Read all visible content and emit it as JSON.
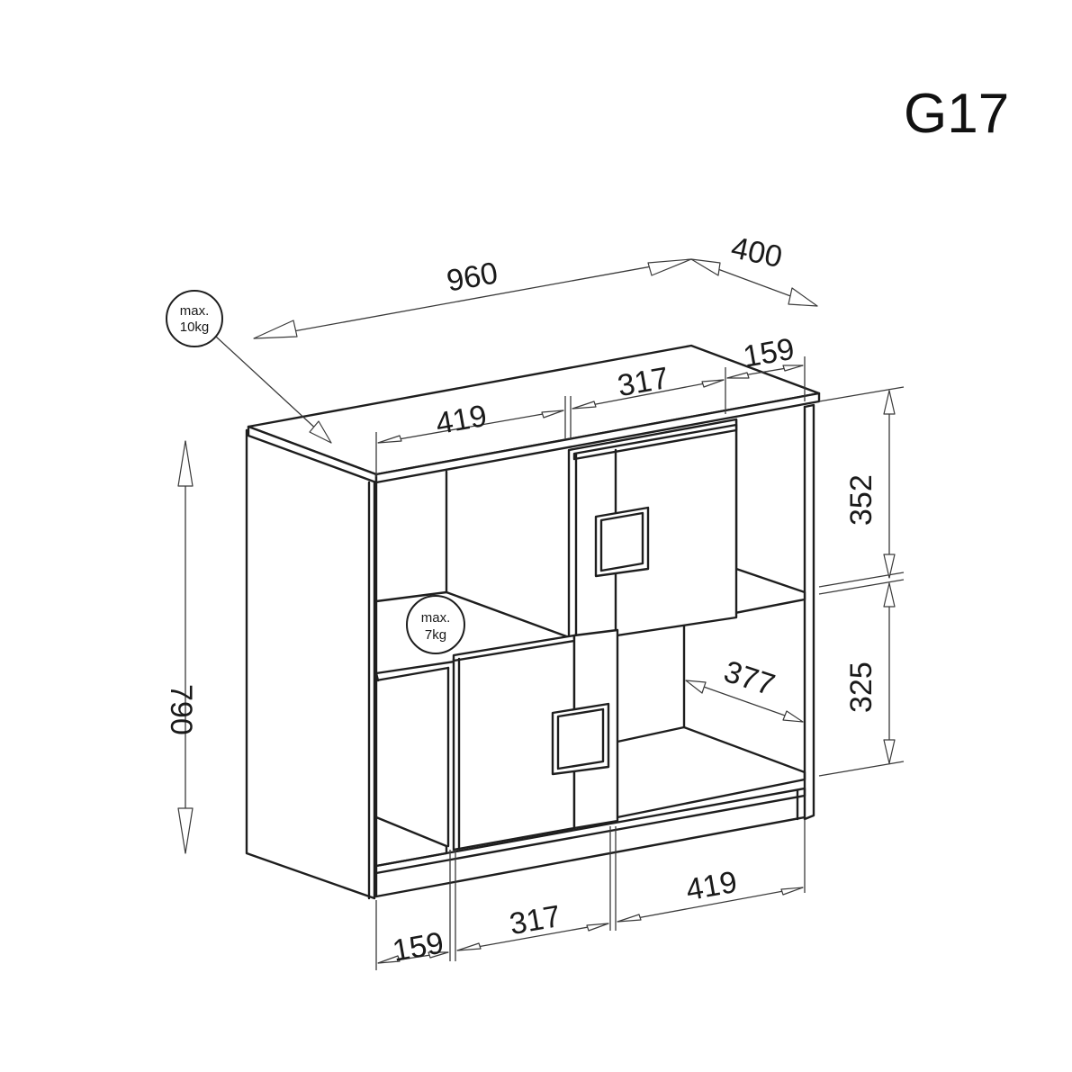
{
  "model": "G17",
  "dimensions": {
    "width": "960",
    "depth": "400",
    "height": "790",
    "top_left_section": "419",
    "top_mid_section": "317",
    "top_right_section": "159",
    "upper_compartment_height": "352",
    "lower_compartment_height": "325",
    "inner_depth": "377",
    "bottom_left_section": "159",
    "bottom_mid_section": "317",
    "bottom_right_section": "419"
  },
  "load_badges": {
    "top": {
      "line1": "max.",
      "line2": "10kg"
    },
    "shelf": {
      "line1": "max.",
      "line2": "7kg"
    }
  }
}
